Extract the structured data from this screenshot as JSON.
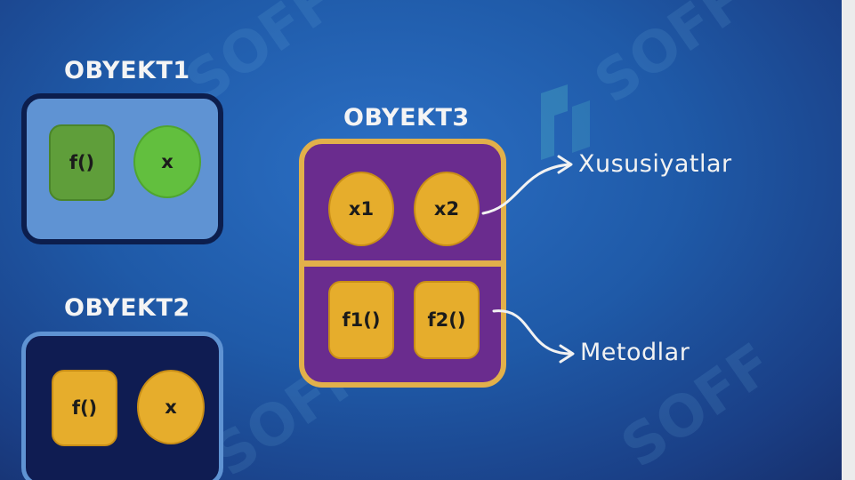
{
  "diagram": {
    "objects": [
      {
        "title": "OBYEKT1",
        "items": [
          {
            "label": "f()",
            "shape": "square",
            "color": "#5f9e3a"
          },
          {
            "label": "x",
            "shape": "circle",
            "color": "#62bf3e"
          }
        ],
        "box_fill": "#5f93d3",
        "box_border": "#0c1e4d"
      },
      {
        "title": "OBYEKT2",
        "items": [
          {
            "label": "f()",
            "shape": "square",
            "color": "#e6ad2c"
          },
          {
            "label": "x",
            "shape": "circle",
            "color": "#e6ad2c"
          }
        ],
        "box_fill": "#0f1c52",
        "box_border": "#5f93d3"
      },
      {
        "title": "OBYEKT3",
        "properties": [
          {
            "label": "x1",
            "shape": "circle",
            "color": "#e6ad2c"
          },
          {
            "label": "x2",
            "shape": "circle",
            "color": "#e6ad2c"
          }
        ],
        "methods": [
          {
            "label": "f1()",
            "shape": "square",
            "color": "#e6ad2c"
          },
          {
            "label": "f2()",
            "shape": "square",
            "color": "#e6ad2c"
          }
        ],
        "box_fill": "#6a2c8e",
        "box_border": "#e2b04a"
      }
    ],
    "annotations": {
      "properties_label": "Xususiyatlar",
      "methods_label": "Metodlar"
    },
    "watermark": "SOFF",
    "colors": {
      "background": "#1f5aa8",
      "accent_gold": "#e6ad2c",
      "purple": "#6a2c8e"
    }
  }
}
